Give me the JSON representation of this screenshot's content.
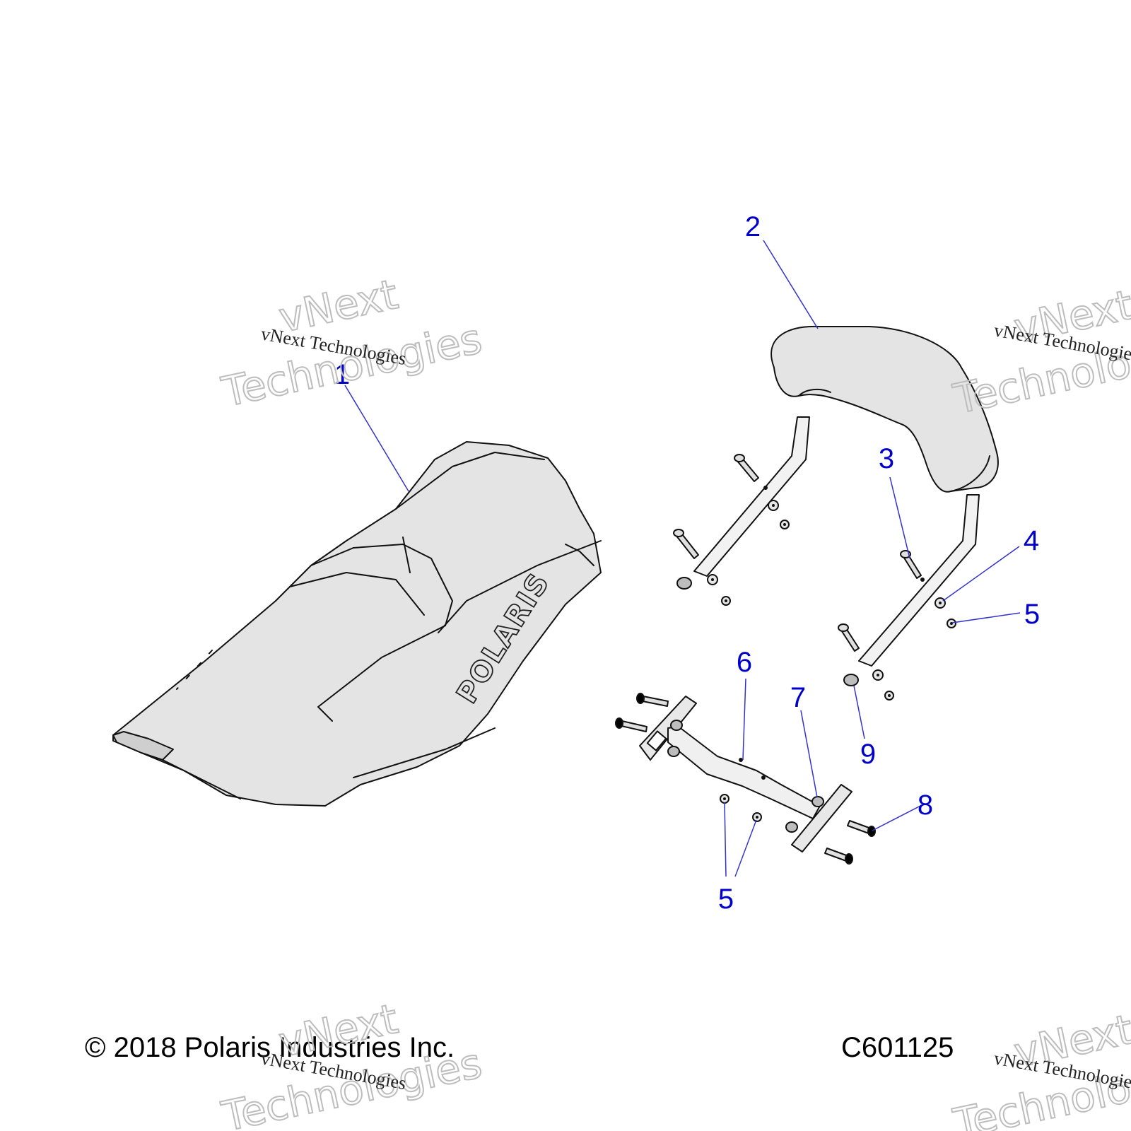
{
  "callouts": {
    "c1": "1",
    "c2": "2",
    "c3": "3",
    "c4": "4",
    "c5a": "5",
    "c5b": "5",
    "c6": "6",
    "c7": "7",
    "c8": "8",
    "c9": "9"
  },
  "seat_logo": "POLARIS",
  "footer": {
    "copyright": "© 2018 Polaris Industries Inc.",
    "figure_code": "C601125"
  },
  "watermark": {
    "small": "vNext Technologies",
    "big_line1": "vNext",
    "big_line2": "Technologies"
  },
  "colors": {
    "callout": "#0000cc",
    "leader": "#3333cc",
    "part_fill": "#e4e4e4"
  }
}
